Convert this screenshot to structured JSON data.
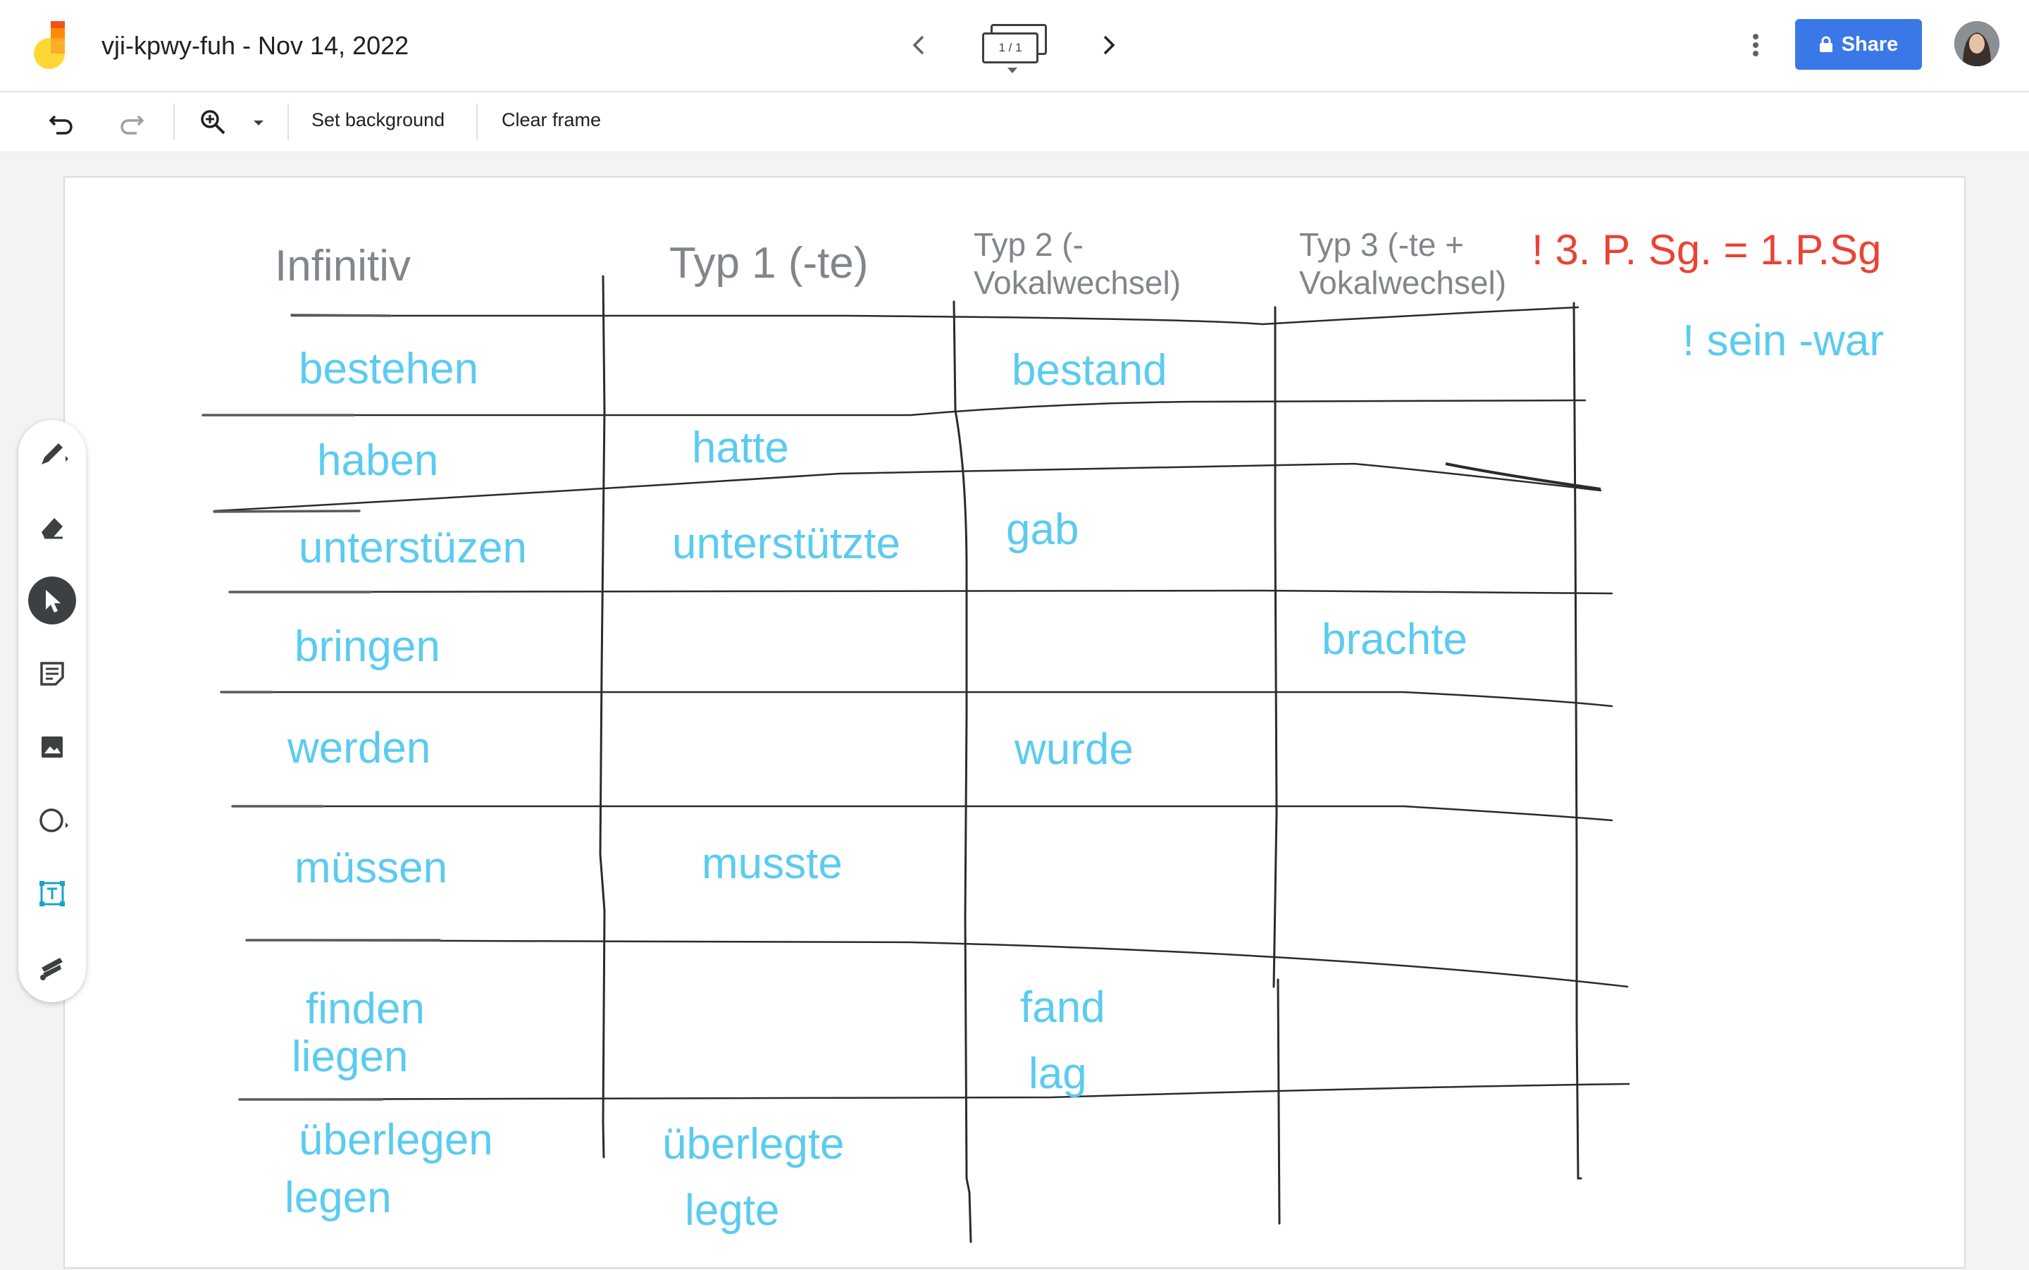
{
  "header": {
    "doc_title": "vji-kpwy-fuh - Nov 14, 2022",
    "frame_indicator": "1 / 1",
    "share_label": "Share"
  },
  "toolbar": {
    "set_background": "Set background",
    "clear_frame": "Clear frame"
  },
  "palette": {
    "tools": [
      "pen",
      "eraser",
      "select",
      "sticky-note",
      "image",
      "circle",
      "text-box",
      "laser"
    ],
    "active": "select"
  },
  "board": {
    "headers": {
      "infinitiv": "Infinitiv",
      "typ1": "Typ 1 (-te)",
      "typ2_line1": "Typ 2 (-",
      "typ2_line2": "Vokalwechsel)",
      "typ3_line1": "Typ 3 (-te +",
      "typ3_line2": "Vokalwechsel)"
    },
    "note_red": "! 3. P. Sg. = 1.P.Sg",
    "note_blue": "! sein -war",
    "words": {
      "bestehen": "bestehen",
      "bestand": "bestand",
      "haben": "haben",
      "hatte": "hatte",
      "unterstuzen": "unterstüzen",
      "unterstutzte": "unterstützte",
      "gab": "gab",
      "bringen": "bringen",
      "brachte": "brachte",
      "werden": "werden",
      "wurde": "wurde",
      "mussen": "müssen",
      "musste": "musste",
      "finden": "finden",
      "liegen": "liegen",
      "fand": "fand",
      "lag": "lag",
      "uberlegen": "überlegen",
      "legen": "legen",
      "uberlegte": "überlegte",
      "legte": "legte"
    }
  },
  "colors": {
    "accent": "#3b78e7",
    "ink_blue": "#5bcbf0",
    "ink_red": "#ea4335",
    "ink_gray": "#80868b"
  }
}
